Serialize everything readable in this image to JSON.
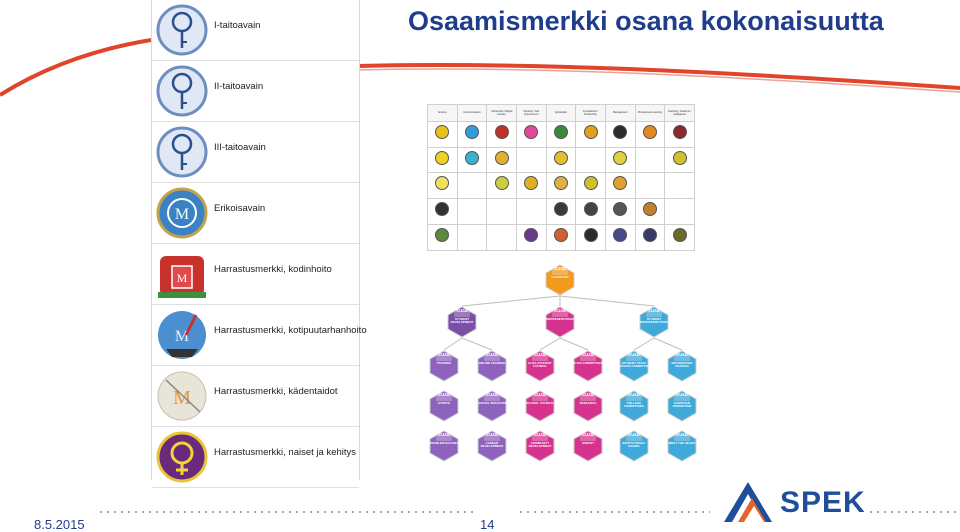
{
  "slide": {
    "title": "Osaamismerkki osana kokonaisuutta",
    "date": "8.5.2015",
    "page_number": "14",
    "logo_text": "SPEK",
    "accent_red": "#e0442b",
    "title_blue": "#1f3d8c"
  },
  "badge_list": [
    {
      "label": "I-taitoavain",
      "icon": "key-emblem-icon",
      "bg": "#dfe8f4"
    },
    {
      "label": "II-taitoavain",
      "icon": "key-emblem-icon",
      "bg": "#dfe8f4"
    },
    {
      "label": "III-taitoavain",
      "icon": "key-emblem-icon",
      "bg": "#dfe8f4"
    },
    {
      "label": "Erikoisavain",
      "icon": "laurel-emblem-icon",
      "bg": "#3b82c4"
    },
    {
      "label": "Harrastusmerkki, kodinhoito",
      "icon": "house-badge-icon",
      "bg": "#c8322c"
    },
    {
      "label": "Harrastusmerkki, kotipuutarhanhoito",
      "icon": "garden-badge-icon",
      "bg": "#4a8fd0"
    },
    {
      "label": "Harrastusmerkki, kädentaidot",
      "icon": "needle-badge-icon",
      "bg": "#e9e4d8"
    },
    {
      "label": "Harrastusmerkki, naiset ja kehitys",
      "icon": "female-badge-icon",
      "bg": "#6a2a7c"
    }
  ],
  "grid": {
    "headers": [
      "Science",
      "Communication",
      "Citizenship / Digital Literacy",
      "Working / Self Improvement",
      "Application",
      "Foundations / Productivity",
      "Management",
      "Professional Learning",
      "Teaching / Students / Intelligence"
    ],
    "rows": [
      [
        "#e8c21c",
        "#2e9fd8",
        "#c0302a",
        "#e04a9a",
        "#3a8a3a",
        "#e0a020",
        "#2b2b2b",
        "#e08a20",
        "#8a2a2a"
      ],
      [
        "#f0d020",
        "#3ab0d0",
        "#e0b030",
        "",
        "#e0c030",
        "",
        "#e0d040",
        "",
        "#d0c030"
      ],
      [
        "#f0e060",
        "",
        "#c8d040",
        "#e0b020",
        "#e0b040",
        "#d0c030",
        "#e0a030",
        "",
        ""
      ],
      [
        "#333333",
        "",
        "",
        "",
        "#3a3a3a",
        "#444444",
        "#555555",
        "#c08030",
        ""
      ],
      [
        "#5a8a3a",
        "",
        "",
        "#6a3a8a",
        "#d06030",
        "#2b2b2b",
        "#4a4a8a",
        "#3a3a6a",
        "#6a6a2a"
      ]
    ]
  },
  "hierarchy": {
    "top": {
      "brand": "eusa",
      "label": "CLASS REP",
      "color": "#f39a1e"
    },
    "level2": [
      {
        "brand": "eusa",
        "label": "STUDENT DEVELOPMENT",
        "color": "#7a4fa8"
      },
      {
        "brand": "eusa",
        "label": "REPRESENTATION",
        "color": "#d6338f"
      },
      {
        "brand": "eusa",
        "label": "STUDENT REPRESENTATION",
        "color": "#3fa9d9"
      }
    ],
    "rows": [
      [
        {
          "brand": "eusa",
          "label": "TRAINING",
          "color": "#8e63bd"
        },
        {
          "brand": "eusa",
          "label": "ONLINE TRAINING",
          "color": "#8e63bd"
        },
        {
          "brand": "eusa",
          "label": "EUSA STUDENT COUNCIL",
          "color": "#d6338f"
        },
        {
          "brand": "eusa",
          "label": "EUSA COMMITTEES",
          "color": "#d6338f"
        },
        {
          "brand": "eusa",
          "label": "STUDENT STAFF LIAISON COMMITTEE",
          "color": "#3fa9d9"
        },
        {
          "brand": "eusa",
          "label": "INFORMATION SHARING",
          "color": "#3fa9d9"
        }
      ],
      [
        {
          "brand": "eusa",
          "label": "EVENTS",
          "color": "#8e63bd"
        },
        {
          "brand": "eusa",
          "label": "SCHOOL INDUCTION",
          "color": "#8e63bd"
        },
        {
          "brand": "eusa",
          "label": "SCHOOL COUNCIL",
          "color": "#d6338f"
        },
        {
          "brand": "eusa",
          "label": "RESEARCH",
          "color": "#d6338f"
        },
        {
          "brand": "eusa",
          "label": "COLLEGE COMMITTEES",
          "color": "#3fa9d9"
        },
        {
          "brand": "eusa",
          "label": "CAMPAIGN PROMOTION",
          "color": "#3fa9d9"
        }
      ],
      [
        {
          "brand": "eusa",
          "label": "PROBLEM SOLVING",
          "color": "#8e63bd"
        },
        {
          "brand": "eusa",
          "label": "CAREER DEVELOPMENT",
          "color": "#8e63bd"
        },
        {
          "brand": "eusa",
          "label": "COMMUNITY DEVELOPMENT",
          "color": "#d6338f"
        },
        {
          "brand": "eusa",
          "label": "SURVEY",
          "color": "#d6338f"
        },
        {
          "brand": "eusa",
          "label": "INSTITUTIONAL BOARD",
          "color": "#3fa9d9"
        },
        {
          "brand": "eusa",
          "label": "MEET THE HEADS",
          "color": "#3fa9d9"
        }
      ]
    ]
  }
}
